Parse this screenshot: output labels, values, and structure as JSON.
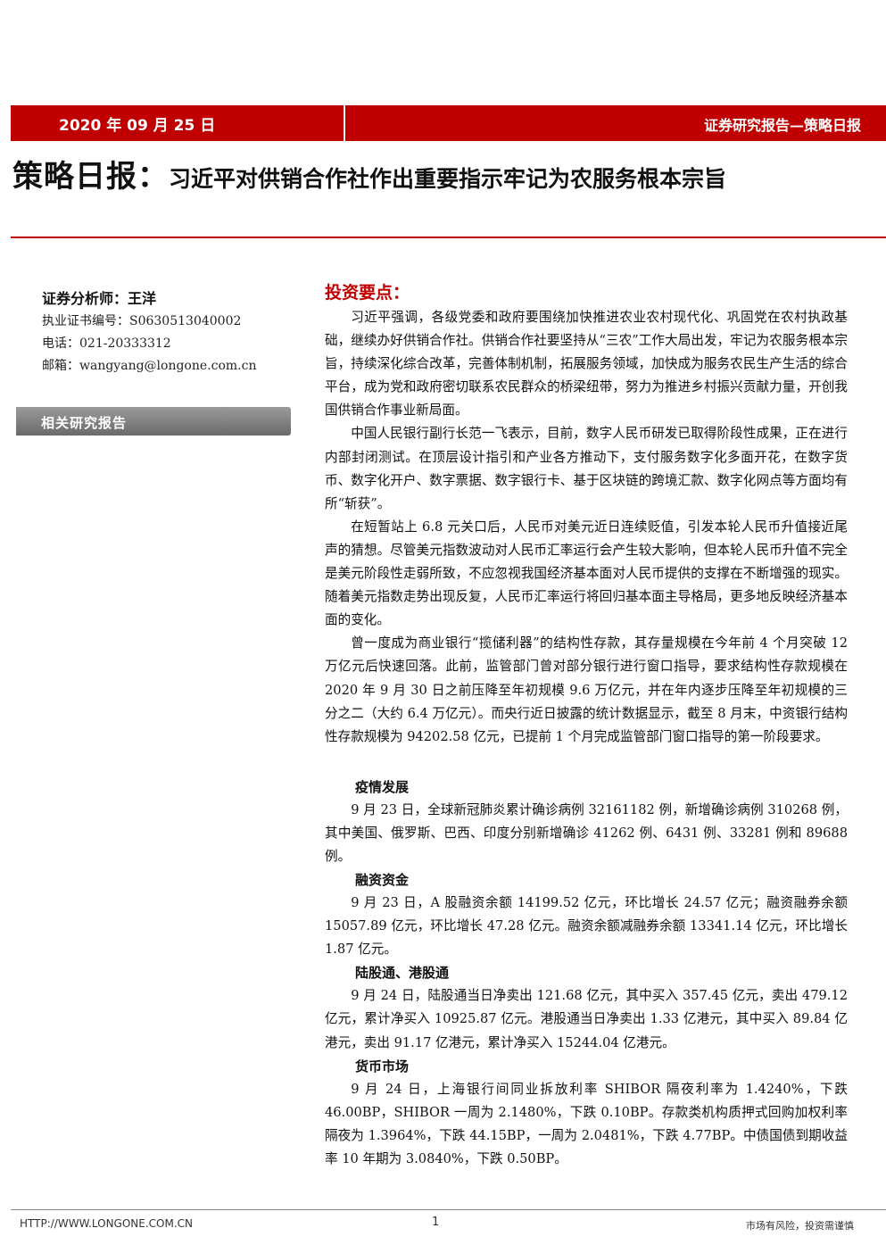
{
  "header": {
    "date": "2020 年 09 月 25 日",
    "category": "证券研究报告—策略日报"
  },
  "title": {
    "series": "策略日报：",
    "headline": "习近平对供销合作社作出重要指示牢记为农服务根本宗旨"
  },
  "sidebar": {
    "analyst": "证券分析师：王洋",
    "cert": "执业证书编号：S0630513040002",
    "phone": "电话：021-20333312",
    "email": "邮箱：wangyang@longone.com.cn",
    "related": "相关研究报告"
  },
  "key_points": {
    "title": "投资要点：",
    "paragraphs": [
      "习近平强调，各级党委和政府要围绕加快推进农业农村现代化、巩固党在农村执政基础，继续办好供销合作社。供销合作社要坚持从“三农”工作大局出发，牢记为农服务根本宗旨，持续深化综合改革，完善体制机制，拓展服务领域，加快成为服务农民生产生活的综合平台，成为党和政府密切联系农民群众的桥梁纽带，努力为推进乡村振兴贡献力量，开创我国供销合作事业新局面。",
      "中国人民银行副行长范一飞表示，目前，数字人民币研发已取得阶段性成果，正在进行内部封闭测试。在顶层设计指引和产业各方推动下，支付服务数字化多面开花，在数字货币、数字化开户、数字票据、数字银行卡、基于区块链的跨境汇款、数字化网点等方面均有所“斩获”。",
      "在短暂站上 6.8 元关口后，人民币对美元近日连续贬值，引发本轮人民币升值接近尾声的猜想。尽管美元指数波动对人民币汇率运行会产生较大影响，但本轮人民币升值不完全是美元阶段性走弱所致，不应忽视我国经济基本面对人民币提供的支撑在不断增强的现实。随着美元指数走势出现反复，人民币汇率运行将回归基本面主导格局，更多地反映经济基本面的变化。",
      "曾一度成为商业银行“揽储利器”的结构性存款，其存量规模在今年前 4 个月突破 12 万亿元后快速回落。此前，监管部门曾对部分银行进行窗口指导，要求结构性存款规模在 2020 年 9 月 30 日之前压降至年初规模 9.6 万亿元，并在年内逐步压降至年初规模的三分之二（大约 6.4 万亿元）。而央行近日披露的统计数据显示，截至 8 月末，中资银行结构性存款规模为 94202.58 亿元，已提前 1 个月完成监管部门窗口指导的第一阶段要求。"
    ]
  },
  "sections": [
    {
      "title": "疫情发展",
      "text": "9 月 23 日，全球新冠肺炎累计确诊病例 32161182 例，新增确诊病例 310268 例，其中美国、俄罗斯、巴西、印度分别新增确诊 41262 例、6431 例、33281 例和 89688 例。"
    },
    {
      "title": "融资资金",
      "text": "9 月 23 日，A 股融资余额 14199.52 亿元，环比增长 24.57 亿元；融资融券余额 15057.89 亿元，环比增长 47.28 亿元。融资余额减融券余额 13341.14 亿元，环比增长 1.87 亿元。"
    },
    {
      "title": "陆股通、港股通",
      "text": "9 月 24 日，陆股通当日净卖出 121.68 亿元，其中买入 357.45 亿元，卖出 479.12 亿元，累计净买入 10925.87 亿元。港股通当日净卖出 1.33 亿港元，其中买入 89.84 亿港元，卖出 91.17 亿港元，累计净买入 15244.04 亿港元。"
    },
    {
      "title": "货币市场",
      "text": "9 月 24 日，上海银行间同业拆放利率 SHIBOR 隔夜利率为 1.4240%，下跌 46.00BP，SHIBOR 一周为 2.1480%，下跌 0.10BP。存款类机构质押式回购加权利率隔夜为 1.3964%，下跌 44.15BP，一周为 2.0481%，下跌 4.77BP。中债国债到期收益率 10 年期为 3.0840%，下跌 0.50BP。"
    }
  ],
  "footer": {
    "url": "HTTP://WWW.LONGONE.COM.CN",
    "page": "1",
    "risk": "市场有风险，投资需谨慎"
  }
}
